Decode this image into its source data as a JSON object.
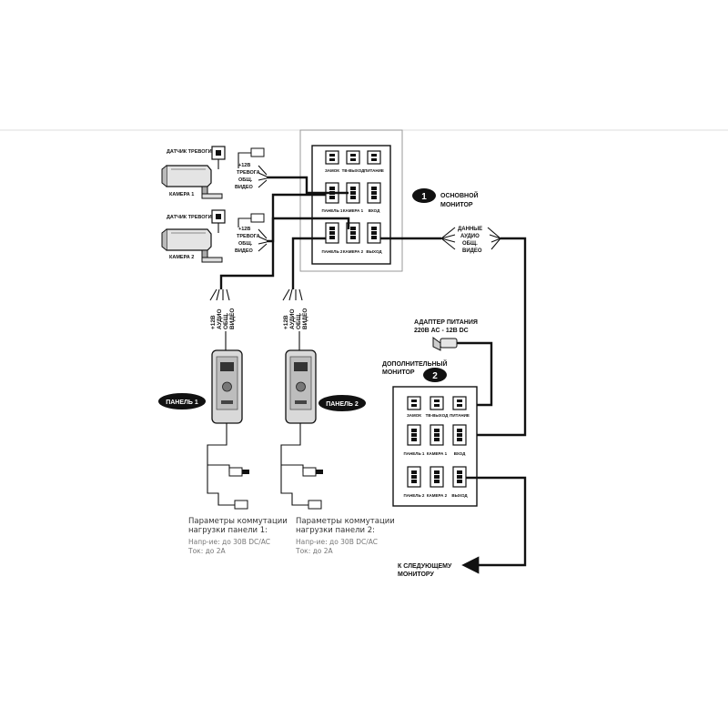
{
  "main_monitor": {
    "badge": "1",
    "title_line1": "ОСНОВНОЙ",
    "title_line2": "МОНИТОР",
    "ports": [
      "ЗАМОК",
      "ТВ-ВЫХОД",
      "ПИТАНИЕ",
      "ПАНЕЛЬ 1",
      "КАМЕРА 1",
      "ВХОД",
      "ПАНЕЛЬ 2",
      "КАМЕРА 2",
      "ВЫХОД"
    ]
  },
  "aux_monitor": {
    "badge": "2",
    "title_line1": "ДОПОЛНИТЕЛЬНЫЙ",
    "title_line2": "МОНИТОР",
    "ports": [
      "ЗАМОК",
      "ТВ-ВЫХОД",
      "ПИТАНИЕ",
      "ПАНЕЛЬ 1",
      "КАМЕРА 1",
      "ВХОД",
      "ПАНЕЛЬ 2",
      "КАМЕРА 2",
      "ВЫХОД"
    ]
  },
  "bus_wires": [
    "ДАННЫЕ",
    "АУДИО",
    "ОБЩ.",
    "ВИДЕО"
  ],
  "camera1": {
    "sensor_label": "ДАТЧИК ТРЕВОГИ 1",
    "camera_label": "КАМЕРА 1",
    "wires": [
      "+12В",
      "ТРЕВОГА",
      "ОБЩ.",
      "ВИДЕО"
    ]
  },
  "camera2": {
    "sensor_label": "ДАТЧИК ТРЕВОГИ 2",
    "camera_label": "КАМЕРА 2",
    "wires": [
      "+12В",
      "ТРЕВОГА",
      "ОБЩ.",
      "ВИДЕО"
    ]
  },
  "panel_wires": [
    "+12В",
    "АУДИО",
    "ОБЩ.",
    "ВИДЕО"
  ],
  "panel1": {
    "label": "ПАНЕЛЬ 1",
    "params_line1": "Параметры коммутации",
    "params_line2": "нагрузки панели 1:",
    "voltage": "Напр-ие: до 30В DC/AC",
    "current": "Ток: до 2А"
  },
  "panel2": {
    "label": "ПАНЕЛЬ 2",
    "params_line1": "Параметры коммутации",
    "params_line2": "нагрузки панели 2:",
    "voltage": "Напр-ие: до 30В DC/AC",
    "current": "Ток: до 2А"
  },
  "adapter": {
    "line1": "АДАПТЕР ПИТАНИЯ",
    "line2": "220В АС - 12В DC"
  },
  "next_monitor": {
    "line1": "К СЛЕДУЮЩЕМУ",
    "line2": "МОНИТОРУ"
  }
}
